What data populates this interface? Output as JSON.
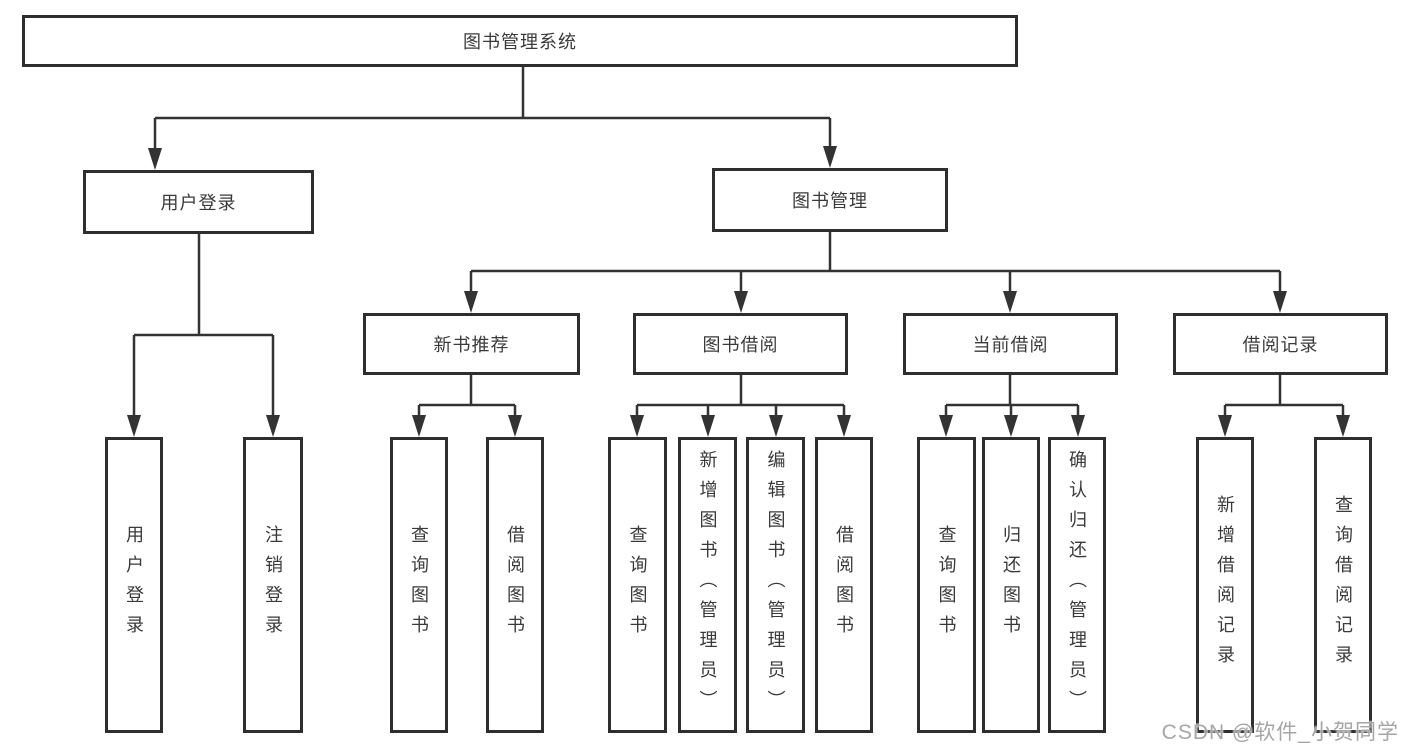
{
  "tree": {
    "root": {
      "label": "图书管理系统"
    },
    "branches": [
      {
        "label": "用户登录",
        "children": [
          {
            "label": "用户登录"
          },
          {
            "label": "注销登录"
          }
        ]
      },
      {
        "label": "图书管理",
        "children": [
          {
            "label": "新书推荐",
            "children": [
              {
                "label": "查询图书"
              },
              {
                "label": "借阅图书"
              }
            ]
          },
          {
            "label": "图书借阅",
            "children": [
              {
                "label": "查询图书"
              },
              {
                "label": "新增图书（管理员）"
              },
              {
                "label": "编辑图书（管理员）"
              },
              {
                "label": "借阅图书"
              }
            ]
          },
          {
            "label": "当前借阅",
            "children": [
              {
                "label": "查询图书"
              },
              {
                "label": "归还图书"
              },
              {
                "label": "确认归还（管理员）"
              }
            ]
          },
          {
            "label": "借阅记录",
            "children": [
              {
                "label": "新增借阅记录"
              },
              {
                "label": "查询借阅记录"
              }
            ]
          }
        ]
      }
    ]
  },
  "watermark": {
    "text": "CSDN @软件_小贺同学"
  },
  "colors": {
    "box_border": "#2e2e2e",
    "connector_line": "#333333",
    "text": "#3a3a3a",
    "watermark": "#a6a6a6",
    "background": "#ffffff"
  }
}
